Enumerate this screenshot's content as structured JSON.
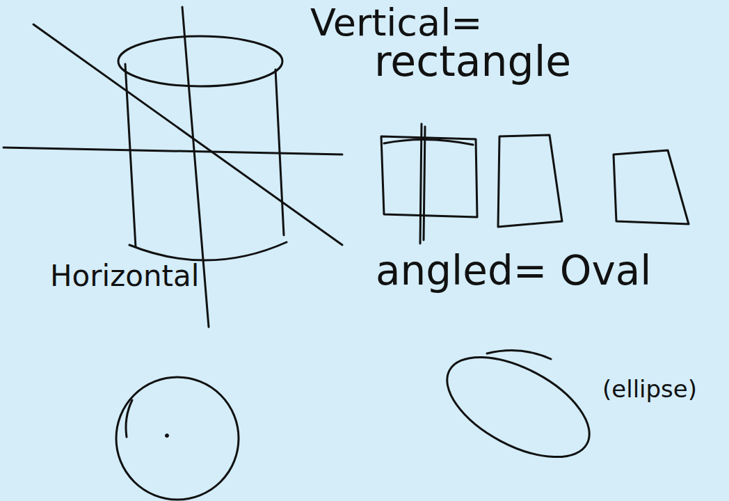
{
  "diagram": {
    "labels": [
      "Vertical=",
      "rectangle",
      "angled= Oval",
      "(ellipse)",
      "Horizontal"
    ]
  }
}
